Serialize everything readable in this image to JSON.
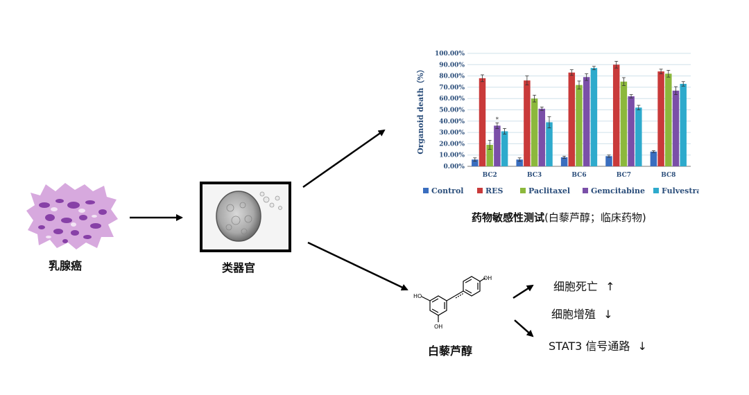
{
  "labels": {
    "tissue": "乳腺癌",
    "organoid": "类器官",
    "drug": "白藜芦醇",
    "chart_caption_bold": "药物敏感性测试",
    "chart_caption_rest": "(白藜芦醇；临床药物)"
  },
  "effects": [
    {
      "text": "细胞死亡",
      "arrow": "↑"
    },
    {
      "text": "细胞增殖",
      "arrow": "↓"
    },
    {
      "text": "STAT3 信号通路",
      "arrow": "↓"
    }
  ],
  "molecule_labels": {
    "ho_left": "HO",
    "oh_bottom": "OH",
    "oh_top": "OH"
  },
  "chart_data": {
    "type": "bar",
    "title": "",
    "ylabel": "Organoid death（%）",
    "xlabel": "",
    "ylim": [
      0,
      100
    ],
    "yticks": [
      "0.00%",
      "10.00%",
      "20.00%",
      "30.00%",
      "40.00%",
      "50.00%",
      "60.00%",
      "70.00%",
      "80.00%",
      "90.00%",
      "100.00%"
    ],
    "categories": [
      "BC2",
      "BC3",
      "BC6",
      "BC7",
      "BC8"
    ],
    "series": [
      {
        "name": "Control",
        "color": "#3a6ebf",
        "values": [
          6,
          6,
          8,
          9,
          13
        ],
        "err": [
          1.5,
          1.5,
          1,
          1,
          0.8
        ]
      },
      {
        "name": "RES",
        "color": "#c93a3a",
        "values": [
          78,
          76,
          83,
          90,
          84
        ],
        "err": [
          3,
          4,
          2.5,
          3,
          2
        ]
      },
      {
        "name": "Paclitaxel",
        "color": "#8cb83c",
        "values": [
          19,
          60,
          72,
          75,
          82
        ],
        "err": [
          4,
          3,
          3.5,
          3.5,
          3
        ]
      },
      {
        "name": "Gemcitabine",
        "color": "#7a4fa8",
        "values": [
          36,
          51,
          79,
          62,
          67
        ],
        "err": [
          2.5,
          1.5,
          3,
          1.5,
          3.5
        ]
      },
      {
        "name": "Fulvestrant",
        "color": "#2eaacc",
        "values": [
          31,
          39,
          87,
          52,
          73
        ],
        "err": [
          2.5,
          5,
          1.5,
          2,
          2
        ]
      }
    ],
    "annotations": [
      {
        "category": "BC2",
        "series": "Gemcitabine",
        "text": "*"
      }
    ],
    "legend": "bottom",
    "grid": true
  }
}
